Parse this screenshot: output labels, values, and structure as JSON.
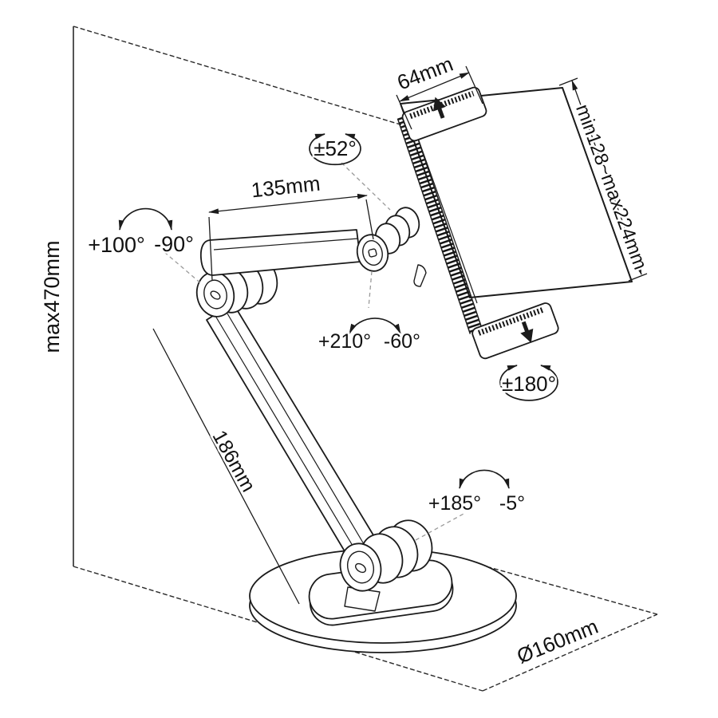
{
  "meta": {
    "description": "Technical dimension diagram of an articulated tablet desk stand",
    "ink_color": "#1b1b1b",
    "background_color": "#ffffff",
    "pointer_color": "#9a9a9a"
  },
  "dims": {
    "height": "max470mm",
    "clamp_width": "64mm",
    "tablet_range": "min128~max224mm",
    "upper_arm": "135mm",
    "lower_arm": "186mm",
    "base_diameter": "Ø160mm"
  },
  "angles": {
    "elbow_plus": "+100°",
    "elbow_minus": "-90°",
    "bracket_tilt": "±52°",
    "wrist_plus": "+210°",
    "wrist_minus": "-60°",
    "screen_rotation": "±180°",
    "base_plus": "+185°",
    "base_minus": "-5°"
  }
}
